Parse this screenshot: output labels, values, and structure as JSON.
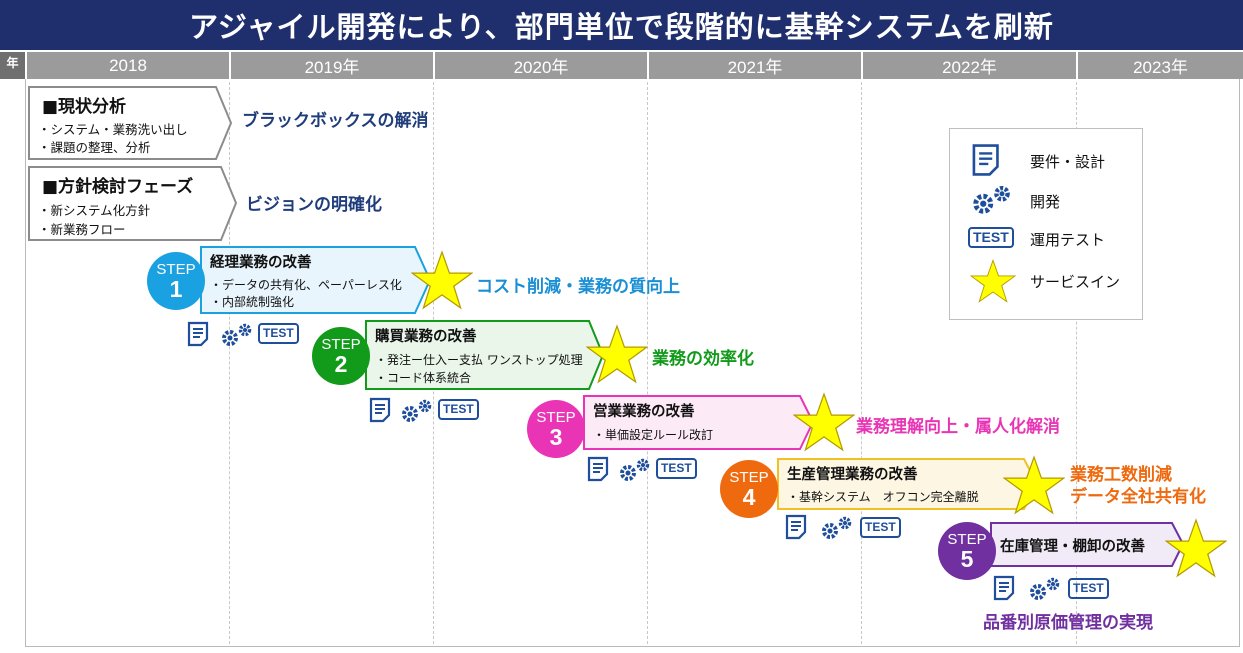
{
  "title": "アジャイル開発により、部門単位で段階的に基幹システムを刷新",
  "year_axis": {
    "corner_label": "年",
    "years": [
      "2018",
      "2019年",
      "2020年",
      "2021年",
      "2022年",
      "2023年"
    ]
  },
  "phases": [
    {
      "title": "■現状分析",
      "items": [
        "・システム・業務洗い出し",
        "・課題の整理、分析"
      ],
      "outcome": "ブラックボックスの解消"
    },
    {
      "title": "■方針検討フェーズ",
      "items": [
        "・新システム化方針",
        "・新業務フロー"
      ],
      "outcome": "ビジョンの明確化"
    }
  ],
  "steps": [
    {
      "step_word": "STEP",
      "number": "1",
      "title": "経理業務の改善",
      "items": [
        "・データの共有化、ペーパーレス化",
        "・内部統制強化"
      ],
      "outcome": "コスト削減・業務の質向上",
      "color": "#1aa1e1",
      "fill": "#e8f5fc"
    },
    {
      "step_word": "STEP",
      "number": "2",
      "title": "購買業務の改善",
      "items": [
        "・発注ー仕入ー支払 ワンストップ処理",
        "・コード体系統合"
      ],
      "outcome": "業務の効率化",
      "color": "#129a1a",
      "fill": "#eaf6ea"
    },
    {
      "step_word": "STEP",
      "number": "3",
      "title": "営業業務の改善",
      "items": [
        "・単価設定ルール改訂"
      ],
      "outcome": "業務理解向上・属人化解消",
      "color": "#e935b5",
      "fill": "#fdeaf7"
    },
    {
      "step_word": "STEP",
      "number": "4",
      "title": "生産管理業務の改善",
      "items": [
        "・基幹システム　オフコン完全離脱"
      ],
      "outcome": [
        "業務工数削減",
        "データ全社共有化"
      ],
      "color": "#ef6a0f",
      "fill": "#fdf6e3"
    },
    {
      "step_word": "STEP",
      "number": "5",
      "title": "在庫管理・棚卸の改善",
      "items": [],
      "outcome": "品番別原価管理の実現",
      "color": "#7030a0",
      "fill": "#f1eaf7"
    }
  ],
  "icon_set": {
    "doc": "document-icon",
    "gears": "gears-icon",
    "test": "TEST",
    "star": "star-icon"
  },
  "legend": {
    "items": [
      {
        "icon": "document-icon",
        "label": "要件・設計"
      },
      {
        "icon": "gears-icon",
        "label": "開発"
      },
      {
        "icon": "TEST",
        "label": "運用テスト"
      },
      {
        "icon": "star-icon",
        "label": "サービスイン"
      }
    ]
  },
  "colors": {
    "title_bg": "#1f2f6e",
    "year_bg": "#9b9b9b",
    "phase_outcome": "#1f3c7b",
    "icon_blue": "#1f4e9c",
    "star_fill": "#ffff00",
    "star_stroke": "#b49a00"
  }
}
